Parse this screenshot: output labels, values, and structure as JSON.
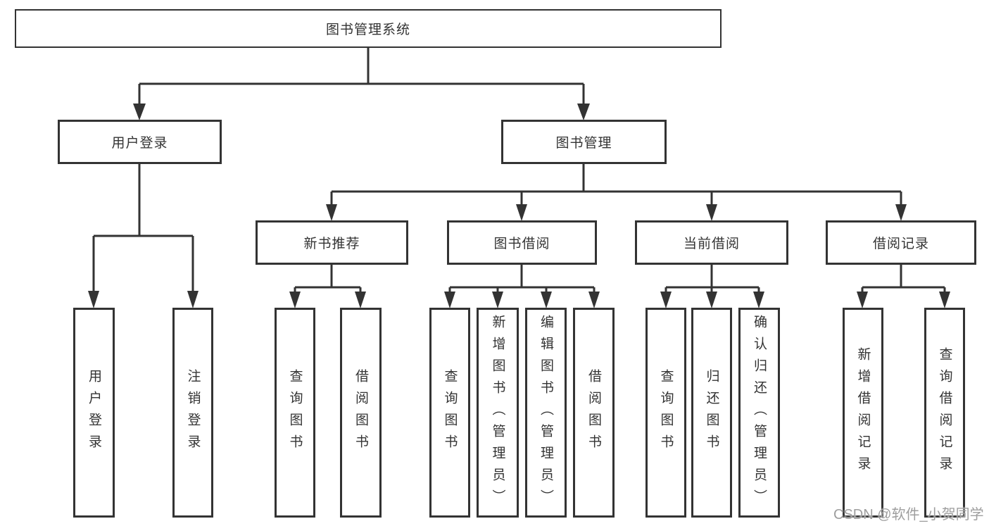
{
  "tree": {
    "label": "图书管理系统",
    "children": [
      {
        "label": "用户登录",
        "children": [
          {
            "label": "用户登录"
          },
          {
            "label": "注销登录"
          }
        ]
      },
      {
        "label": "图书管理",
        "children": [
          {
            "label": "新书推荐",
            "children": [
              {
                "label": "查询图书"
              },
              {
                "label": "借阅图书"
              }
            ]
          },
          {
            "label": "图书借阅",
            "children": [
              {
                "label": "查询图书"
              },
              {
                "label": "新增图书（管理员）"
              },
              {
                "label": "编辑图书（管理员）"
              },
              {
                "label": "借阅图书"
              }
            ]
          },
          {
            "label": "当前借阅",
            "children": [
              {
                "label": "查询图书"
              },
              {
                "label": "归还图书"
              },
              {
                "label": "确认归还（管理员）"
              }
            ]
          },
          {
            "label": "借阅记录",
            "children": [
              {
                "label": "新增借阅记录"
              },
              {
                "label": "查询借阅记录"
              }
            ]
          }
        ]
      }
    ]
  },
  "watermark": {
    "text": "CSDN @软件_小贺同学"
  },
  "colors": {
    "line": "#333333",
    "box_border": "#333333",
    "box_fill": "#ffffff",
    "text": "#333333",
    "background": "#ffffff",
    "watermark": "#9e9e9e"
  }
}
